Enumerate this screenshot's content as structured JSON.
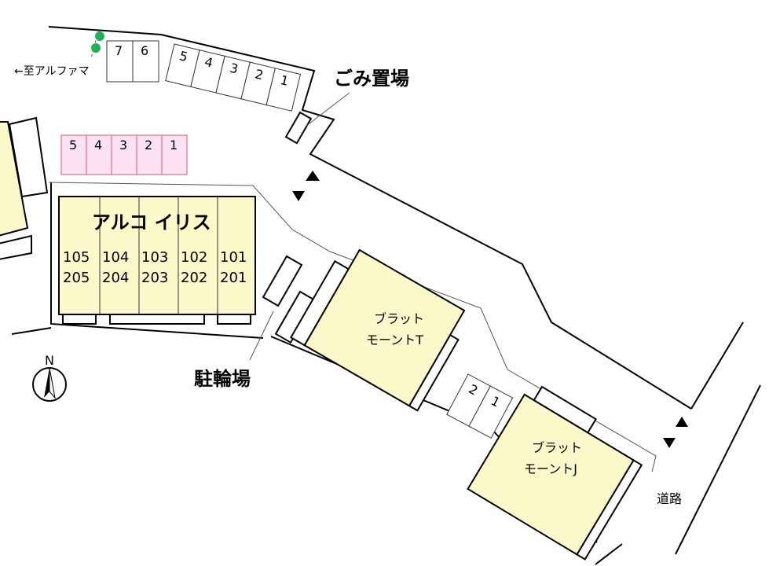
{
  "colors": {
    "building_fill": "#fbf9c9",
    "pink_parking_fill": "#fbe2f3",
    "pink_parking_border": "#d85a75",
    "tree_green": "#1cb455"
  },
  "labels": {
    "direction_arrow": "←至アルファマ",
    "garbage": "ごみ置場",
    "bicycle": "駐輪場",
    "road": "道路",
    "north": "N"
  },
  "parking": {
    "top_left": [
      "7",
      "6"
    ],
    "top_row": [
      "5",
      "4",
      "3",
      "2",
      "1"
    ],
    "pink_row": [
      "5",
      "4",
      "3",
      "2",
      "1"
    ],
    "small": [
      "2",
      "1"
    ]
  },
  "buildings": {
    "arco": {
      "name": "アルコ イリス",
      "units_upper": [
        "105",
        "104",
        "103",
        "102",
        "101"
      ],
      "units_lower": [
        "205",
        "204",
        "203",
        "202",
        "201"
      ]
    },
    "t": {
      "line1": "ブラット",
      "line2": "モーントT"
    },
    "j": {
      "line1": "ブラット",
      "line2": "モーントJ"
    }
  }
}
